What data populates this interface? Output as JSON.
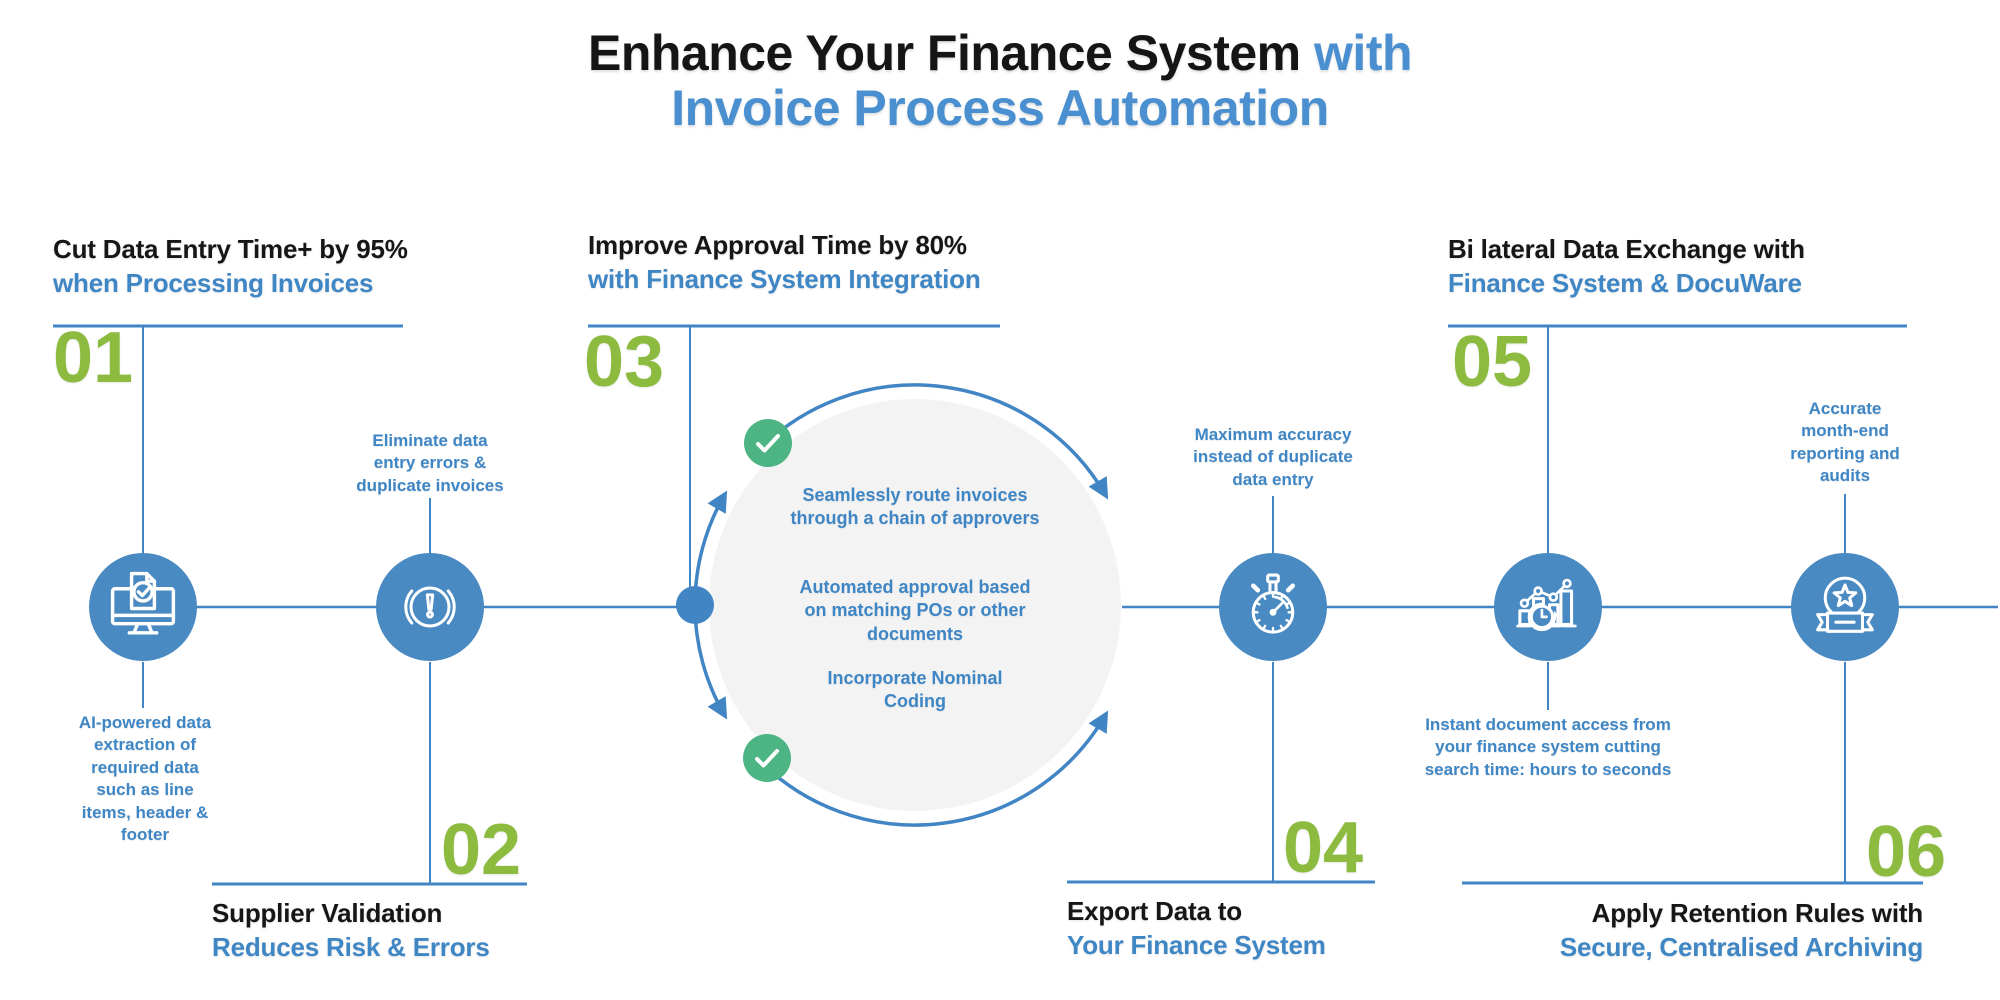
{
  "colors": {
    "accent_blue": "#3f86c5",
    "line_blue": "#4285c4",
    "icon_blue": "#4a8ac2",
    "title_blue": "#4a90d0",
    "number_green": "#8cbb40",
    "check_green": "#4db584",
    "circle_gray": "#f3f3f4",
    "text_dark": "#161616"
  },
  "title": {
    "part_black": "Enhance Your Finance System",
    "part_blue": " with",
    "line2_blue": "Invoice Process Automation"
  },
  "steps": [
    {
      "number": "01",
      "heading_black": "Cut Data Entry Time+ by 95%",
      "heading_blue": "when Processing Invoices",
      "note": "AI-powered data\nextraction of\nrequired data\nsuch as line\nitems, header &\nfooter",
      "icon": "monitor-document-check-icon"
    },
    {
      "number": "02",
      "heading_black": "Supplier Validation",
      "heading_blue": "Reduces Risk & Errors",
      "note": "Eliminate data\nentry errors &\nduplicate invoices",
      "icon": "alert-exclamation-icon"
    },
    {
      "number": "03",
      "heading_black": "Improve Approval Time by 80%",
      "heading_blue": "with Finance System Integration",
      "note": "",
      "icon": ""
    },
    {
      "number": "04",
      "heading_black": "Export Data to",
      "heading_blue": "Your Finance System",
      "note": "Maximum accuracy\ninstead of duplicate\ndata entry",
      "icon": "stopwatch-icon"
    },
    {
      "number": "05",
      "heading_black": "Bi lateral Data Exchange with",
      "heading_blue": "Finance System & DocuWare",
      "note": "Instant document access from\nyour finance system cutting\nsearch time: hours to seconds",
      "icon": "analytics-clock-icon"
    },
    {
      "number": "06",
      "heading_black": "Apply Retention Rules with",
      "heading_blue": "Secure, Centralised Archiving",
      "note": "Accurate\nmonth-end\nreporting and\naudits",
      "icon": "award-star-icon"
    }
  ],
  "center_circle": {
    "items": [
      "Seamlessly route invoices\nthrough a chain of approvers",
      "Automated approval based\non matching POs or other\ndocuments",
      "Incorporate Nominal\nCoding"
    ]
  }
}
